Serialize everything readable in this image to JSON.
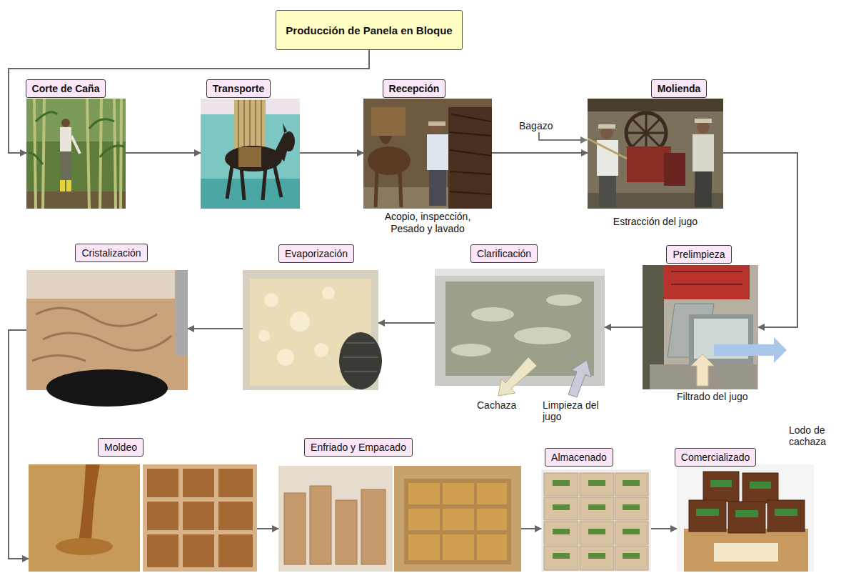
{
  "diagram": {
    "nodes": [
      {
        "text": [
          "Producción de Panela en Bloque"
        ]
      },
      {
        "text": [
          "Corte de Caña"
        ]
      },
      {
        "text": [
          "Transporte"
        ]
      },
      {
        "text": [
          "Recepción",
          "Acopio, inspección, Pesado y lavado"
        ]
      },
      {
        "text": [
          "Molienda",
          "Estracción del jugo"
        ]
      },
      {
        "text": [
          "Prelimpieza"
        ]
      },
      {
        "text": [
          "Clarificación"
        ]
      },
      {
        "text": [
          "Evaporización"
        ]
      },
      {
        "text": [
          "Cristalización"
        ]
      },
      {
        "text": [
          "Moldeo"
        ]
      },
      {
        "text": [
          "Enfriado y Empacado"
        ]
      },
      {
        "text": [
          "Almacenado"
        ]
      },
      {
        "text": [
          "Comercializado"
        ]
      }
    ],
    "edges": [
      {
        "from": 0,
        "to": 1,
        "arrow": "to"
      },
      {
        "from": 1,
        "to": 2,
        "arrow": "to"
      },
      {
        "from": 2,
        "to": 3,
        "arrow": "to"
      },
      {
        "from": 3,
        "to": 4,
        "arrow": "to"
      },
      {
        "from": 4,
        "to": 5,
        "arrow": "to"
      },
      {
        "from": 5,
        "to": 6,
        "arrow": "to"
      },
      {
        "from": 6,
        "to": 7,
        "arrow": "to"
      },
      {
        "from": 7,
        "to": 8,
        "arrow": "to"
      },
      {
        "from": 8,
        "to": 9,
        "arrow": "to"
      },
      {
        "from": 9,
        "to": 10,
        "arrow": "to"
      },
      {
        "from": 10,
        "to": 11,
        "arrow": "to"
      },
      {
        "from": 11,
        "to": 12,
        "arrow": "to"
      }
    ],
    "labels": [
      "Bagazo",
      "Filtrado del jugo",
      "Lodo de cachaza",
      "Cachaza",
      "Limpieza del jugo"
    ]
  }
}
